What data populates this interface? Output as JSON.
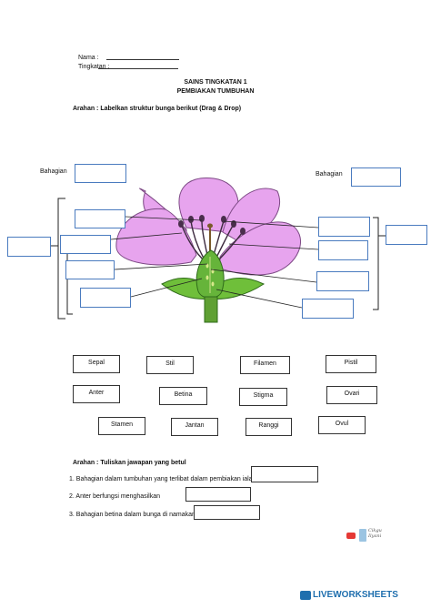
{
  "header": {
    "name_label": "Nama :",
    "grade_label": "Tingkatan :",
    "title": "SAINS TINGKATAN 1",
    "subtitle": "PEMBIAKAN TUMBUHAN"
  },
  "instruction_1": "Arahan : Labelkan struktur bunga berikut (Drag & Drop)",
  "diagram": {
    "left_label": "Bahagian",
    "right_label": "Bahagian"
  },
  "word_bank": [
    "Sepal",
    "Stil",
    "Filamen",
    "Pistil",
    "Anter",
    "Betina",
    "Stigma",
    "Ovari",
    "Stamen",
    "Jantan",
    "Ranggi",
    "Ovul"
  ],
  "instruction_2": "Arahan : Tuliskan jawapan yang betul",
  "questions": [
    "1.  Bahagian dalam tumbuhan yang terlibat dalam pembiakan ialah",
    "2.  Anter berfungsi menghasilkan",
    "3.  Bahagian betina dalam bunga di namakan"
  ],
  "signature": "Cikgu Ilyani",
  "footer": {
    "brand": "LIVEWORKSHEETS"
  },
  "colors": {
    "petal": "#e7a4ee",
    "petal_stroke": "#7e4a86",
    "sepal": "#6fbf3a",
    "dropbox_border": "#4a7bbf",
    "footer_brand": "#1f6fae"
  }
}
